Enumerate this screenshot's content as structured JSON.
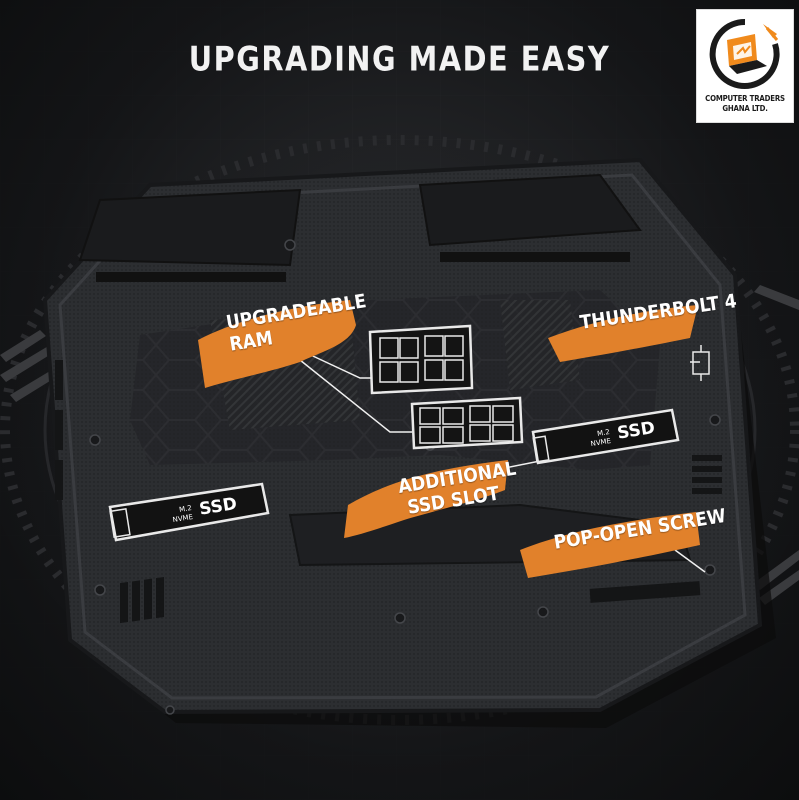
{
  "headline": "UPGRADING MADE EASY",
  "logo": {
    "line1": "COMPUTER TRADERS",
    "line2": "GHANA LTD.",
    "icon": "laptop-cart-icon",
    "accent_color": "#f08a1c",
    "ring_color": "#1a1a1a"
  },
  "callouts": {
    "ram": {
      "line1": "UPGRADEABLE",
      "line2": "RAM"
    },
    "thunderbolt": {
      "line1": "THUNDERBOLT 4"
    },
    "ssd_slot": {
      "line1": "ADDITIONAL",
      "line2": "SSD SLOT"
    },
    "screw": {
      "line1": "POP-OPEN SCREW"
    }
  },
  "ssd_left": {
    "line1": "M.2",
    "line2": "NVME",
    "big": "SSD"
  },
  "ssd_right": {
    "line1": "M.2",
    "line2": "NVME",
    "big": "SSD"
  },
  "colors": {
    "brush": "#e1812b",
    "brush_dark": "#b8601a",
    "chassis": "#2b2d30",
    "chassis_edge": "#17181a",
    "background": "#111214"
  }
}
